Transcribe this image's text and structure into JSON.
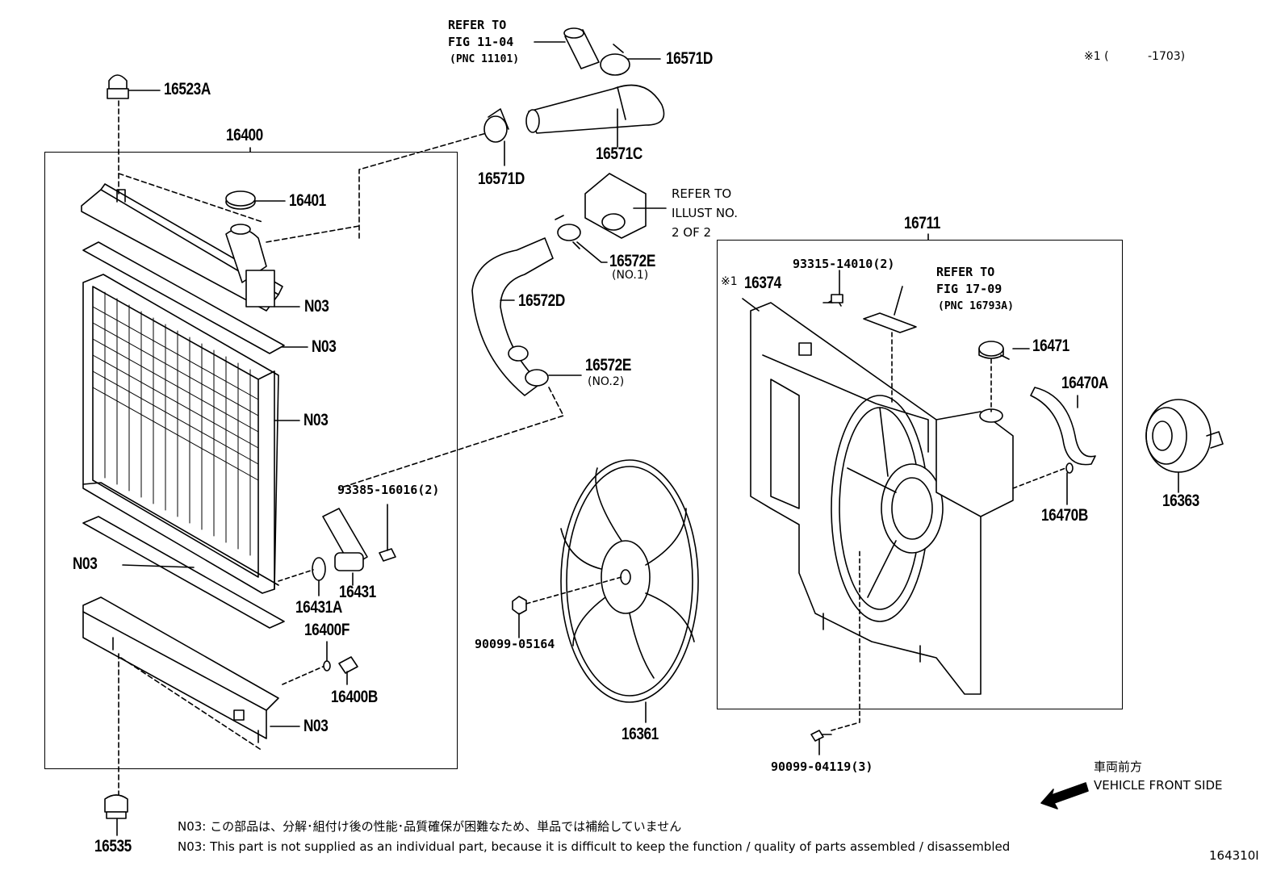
{
  "callouts": {
    "p16523A": "16523A",
    "p16400": "16400",
    "p16401": "16401",
    "n03_1": "N03",
    "n03_2": "N03",
    "n03_3": "N03",
    "n03_4": "N03",
    "n03_5": "N03",
    "p16431A": "16431A",
    "p16400F": "16400F",
    "p16400B": "16400B",
    "p16535": "16535",
    "p16571D_top": "16571D",
    "p16571C": "16571C",
    "p16571D_left": "16571D",
    "p16572E_1": "16572E",
    "p16572E_1_sub": "(NO.1)",
    "p16572D": "16572D",
    "p16572E_2": "16572E",
    "p16572E_2_sub": "(NO.2)",
    "p93385": "93385-16016(2)",
    "p16431": "16431",
    "p90099_05164": "90099-05164",
    "p16361": "16361",
    "p16711": "16711",
    "p93315": "93315-14010(2)",
    "p16374": "16374",
    "p16374_mark": "※1",
    "p16471": "16471",
    "p16470A": "16470A",
    "p16470B": "16470B",
    "p16363": "16363",
    "p90099_04119": "90099-04119(3)"
  },
  "refs": {
    "fig1104_l1": "REFER TO",
    "fig1104_l2": "FIG 11-04",
    "fig1104_l3": "(PNC 11101)",
    "illust_l1": "REFER TO",
    "illust_l2": "ILLUST NO.",
    "illust_l3": "2 OF 2",
    "fig1709_l1": "REFER TO",
    "fig1709_l2": "FIG 17-09",
    "fig1709_l3": "(PNC 16793A)"
  },
  "header_note": {
    "mark": "※1 (",
    "range": "-1703)"
  },
  "direction": {
    "jp": "車両前方",
    "en": "VEHICLE FRONT SIDE"
  },
  "footnotes": {
    "jp": "N03: この部品は、分解･組付け後の性能･品質確保が困難なため、単品では補給していません",
    "en": "N03: This part is not supplied as an individual part, because it is difficult to keep the function / quality of parts assembled / disassembled"
  },
  "figure_id": "164310I"
}
